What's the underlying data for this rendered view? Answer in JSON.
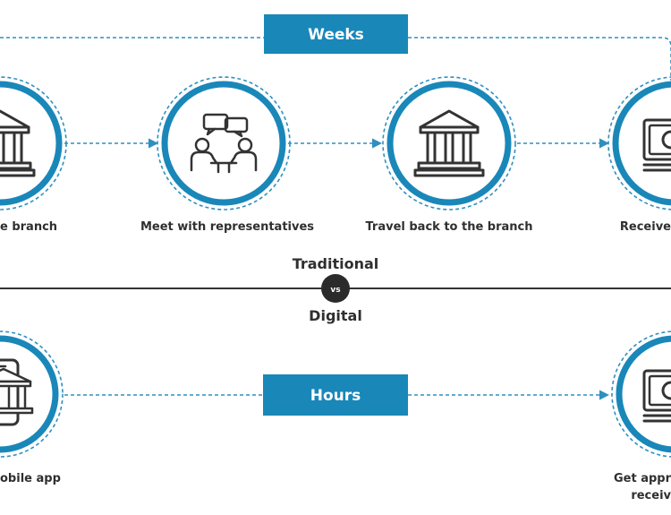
{
  "diagram": {
    "colors": {
      "accent": "#1a87b9",
      "dash": "#2f8fc0",
      "ring": "#1a87b9",
      "icon": "#333333",
      "text": "#2f2f2f",
      "divider": "#333333",
      "vs_badge": "#2b2b2b"
    },
    "traditional": {
      "duration": "Weeks",
      "section_label": "Traditional",
      "steps": [
        {
          "label": "e branch",
          "icon": "bank-icon"
        },
        {
          "label": "Meet with representatives",
          "icon": "meeting-icon"
        },
        {
          "label": "Travel back to the branch",
          "icon": "bank-icon"
        },
        {
          "label": "Receive",
          "icon": "cash-icon"
        }
      ]
    },
    "vs": "vs",
    "digital": {
      "section_label": "Digital",
      "duration": "Hours",
      "steps": [
        {
          "label": "obile app",
          "icon": "mobile-bank-icon"
        },
        {
          "label_line1": "Get appr",
          "label_line2": "receiv",
          "icon": "cash-icon"
        }
      ]
    }
  }
}
